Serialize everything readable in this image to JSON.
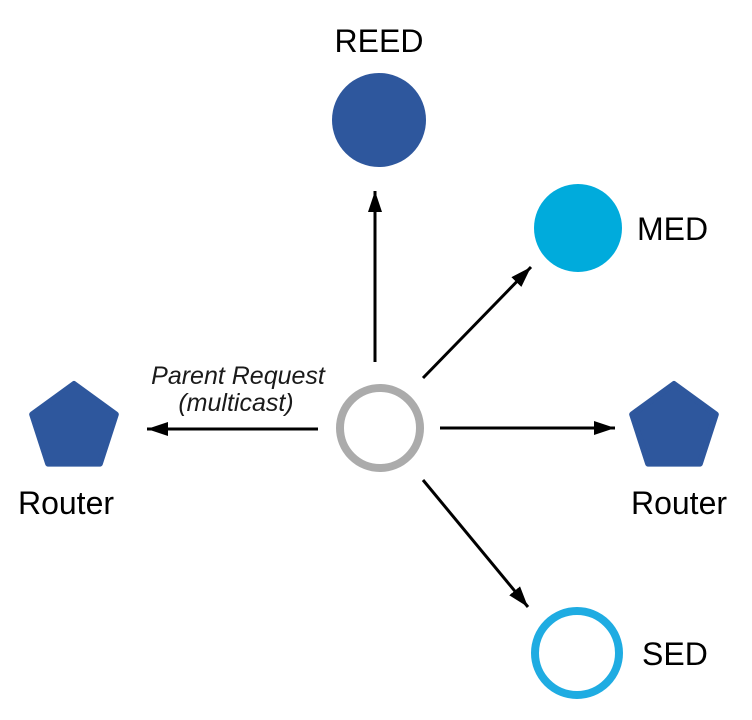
{
  "diagram": {
    "type": "network-topology",
    "annotation": {
      "line1": "Parent Request",
      "line2": "(multicast)"
    },
    "nodes": {
      "reed": {
        "label": "REED",
        "shape": "circle",
        "style": "filled-blue"
      },
      "med": {
        "label": "MED",
        "shape": "circle",
        "style": "filled-cyan"
      },
      "router_left": {
        "label": "Router",
        "shape": "pentagon",
        "style": "filled-blue"
      },
      "router_right": {
        "label": "Router",
        "shape": "pentagon",
        "style": "filled-blue"
      },
      "sed": {
        "label": "SED",
        "shape": "circle",
        "style": "outline-cyan"
      },
      "center": {
        "label": "",
        "shape": "circle",
        "style": "outline-gray"
      }
    },
    "edges": [
      {
        "from": "center",
        "to": "reed"
      },
      {
        "from": "center",
        "to": "med"
      },
      {
        "from": "center",
        "to": "router_left"
      },
      {
        "from": "center",
        "to": "router_right"
      },
      {
        "from": "center",
        "to": "sed"
      }
    ],
    "colors": {
      "node_blue": "#2E579D",
      "node_cyan": "#00ABDC",
      "sed_outline": "#1FACE2",
      "center_outline": "#ABABAB",
      "arrow_black": "#000000",
      "background": "#FFFFFF"
    }
  }
}
